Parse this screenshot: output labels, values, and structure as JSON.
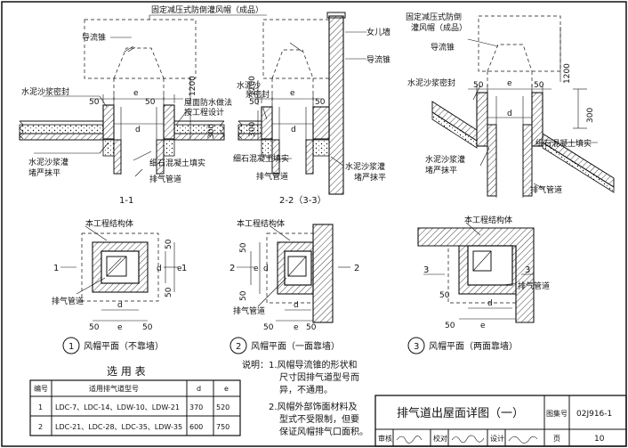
{
  "section_1": {
    "cap_label": "固定减压式防倒灌风帽（成品）",
    "guide_cone": "导流锥",
    "mortar_seal": "水泥沙浆密封",
    "roof_waterproof_1": "屋面防水做法",
    "roof_waterproof_2": "按工程设计",
    "mortar_fill_1": "水泥沙浆灌",
    "mortar_fill_2": "堵严抹平",
    "fine_stone_concrete": "细石混凝土填实",
    "exhaust_pipe": "排气管道",
    "dim_50a": "50",
    "dim_50b": "50",
    "dim_e": "e",
    "dim_d": "d",
    "dim_1200": "1200",
    "dim_300": "300",
    "title": "1-1"
  },
  "section_2": {
    "parapet": "女儿墙",
    "guide_cone": "导流锥",
    "mortar_seal_1": "水泥沙",
    "mortar_seal_2": "浆密封",
    "fine_stone_concrete": "细石混凝土填实",
    "exhaust_pipe": "排气管道",
    "mortar_fill_1": "水泥沙浆灌",
    "mortar_fill_2": "堵严抹平",
    "dim_50a": "50",
    "dim_50b": "50",
    "dim_e": "e",
    "dim_d": "d",
    "dim_1200": "1200",
    "dim_300": "300",
    "title": "2-2（3-3）"
  },
  "section_3": {
    "cap_label_1": "固定减压式防倒",
    "cap_label_2": "灌风帽（成品）",
    "guide_cone": "导流锥",
    "mortar_seal": "水泥沙浆密封",
    "fine_stone_concrete": "细石混凝土填实",
    "mortar_fill_1": "水泥沙浆灌",
    "mortar_fill_2": "堵严抹平",
    "exhaust_pipe": "排气管道",
    "dim_50a": "50",
    "dim_50b": "50",
    "dim_e": "e",
    "dim_d": "d",
    "dim_1200": "1200",
    "dim_300": "300"
  },
  "plan_1": {
    "structure": "本工程结构体",
    "exhaust_pipe": "排气管道",
    "cut_left": "1",
    "cut_right": "1",
    "dim_50a": "50",
    "dim_50b": "50",
    "dim_50c": "50",
    "dim_50d": "50",
    "dim_d_h": "d",
    "dim_e_h": "e",
    "dim_d_v": "d",
    "dim_e_v": "e",
    "caption_no": "1",
    "caption": "风帽平面（不靠墙）"
  },
  "plan_2": {
    "structure": "本工程结构体",
    "exhaust_pipe": "排气管道",
    "cut_left": "2",
    "cut_right": "2",
    "dim_50a": "50",
    "dim_50b": "50",
    "dim_50c": "50",
    "dim_50d": "50",
    "dim_d_h": "d",
    "dim_e_h": "e",
    "dim_d_v": "d",
    "dim_e_v": "e",
    "caption_no": "2",
    "caption": "风帽平面（一面靠墙）"
  },
  "plan_3": {
    "structure": "本工程结构体",
    "exhaust_pipe": "排气管道",
    "cut_left": "3",
    "cut_right": "3",
    "dim_50a": "50",
    "dim_50b": "50",
    "dim_d_h": "d",
    "dim_e_h": "e",
    "caption_no": "3",
    "caption": "风帽平面（两面靠墙）"
  },
  "selection_table": {
    "title": "选 用 表",
    "headers": [
      "编号",
      "适用排气道型号",
      "d",
      "e"
    ],
    "rows": [
      [
        "1",
        "LDC-7、LDC-14、LDW-10、LDW-21",
        "370",
        "520"
      ],
      [
        "2",
        "LDC-21、LDC-28、LDC-35、LDW-35",
        "600",
        "750"
      ]
    ]
  },
  "notes": {
    "line1": "说明：1.风帽导流锥的形状和",
    "line2": "尺寸因排气道型号而",
    "line3": "异，不通用。",
    "line4": "2.风帽外部饰面材料及",
    "line5": "型式不受限制，但要",
    "line6": "保证风帽排气口面积。"
  },
  "title_block": {
    "drawing_title": "排气道出屋面详图（一）",
    "atlas_label": "图集号",
    "atlas_no": "02J916-1",
    "review_label": "审核",
    "check_label": "校对",
    "design_label": "设计",
    "page_label": "页",
    "page_no": "10"
  }
}
